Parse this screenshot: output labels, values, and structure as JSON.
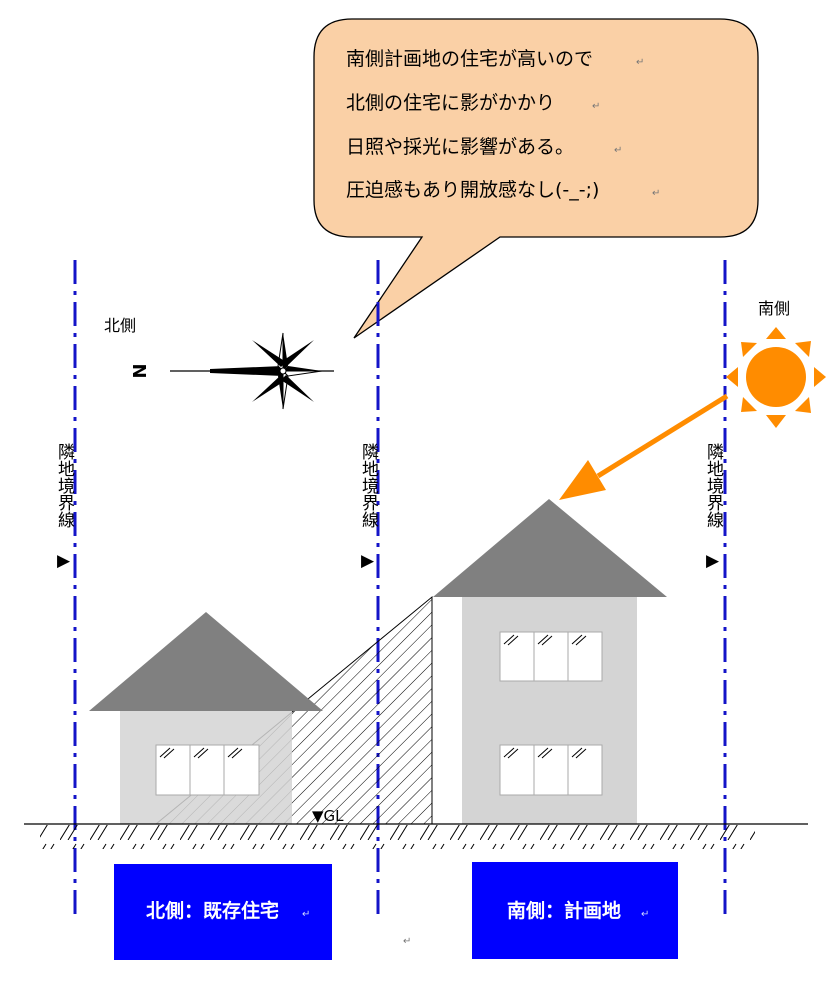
{
  "callout": {
    "lines": [
      "南側計画地の住宅が高いので",
      "北側の住宅に影がかかり",
      "日照や採光に影響がある。",
      "圧迫感もあり開放感なし(-_-;)"
    ]
  },
  "labels": {
    "north_side": "北側",
    "south_side": "南側",
    "compass_letter": "N",
    "ground_level": "▼GL",
    "boundary_line": "隣地境界線",
    "boundary_marker": "▶"
  },
  "boxes": {
    "north": "北側：既存住宅",
    "south": "南側：計画地"
  },
  "marks": {
    "paragraph_return": "↵"
  },
  "colors": {
    "callout_fill": "#FAD0A6",
    "boundary_line": "#1414C8",
    "roof": "#808080",
    "wall": "#D4D4D4",
    "label_box": "#0000FF",
    "sun": "#FF8C00",
    "sun_ray": "#FF8C00"
  },
  "icons": {
    "compass": "compass-rose-icon",
    "sun": "sun-icon"
  }
}
